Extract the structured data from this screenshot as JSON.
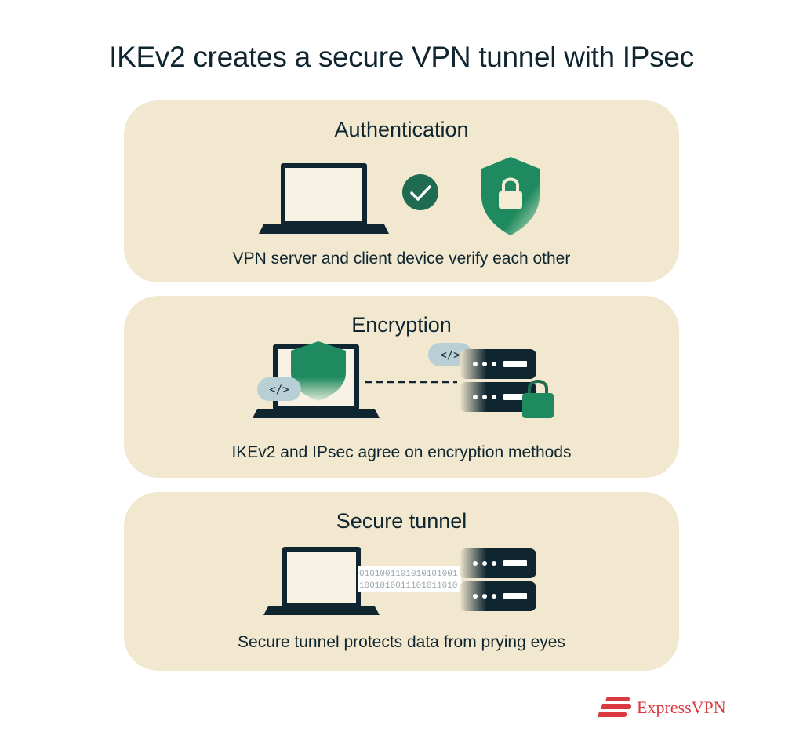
{
  "title": "IKEv2 creates a secure VPN tunnel with IPsec",
  "panels": [
    {
      "heading": "Authentication",
      "caption": "VPN server and client device verify each other",
      "icons": [
        "laptop-icon",
        "checkmark-icon",
        "shield-lock-icon"
      ]
    },
    {
      "heading": "Encryption",
      "caption": "IKEv2 and IPsec agree on encryption methods",
      "icons": [
        "laptop-icon",
        "shield-icon",
        "code-bubble-icon",
        "server-icon",
        "padlock-icon"
      ],
      "code_label": "</>"
    },
    {
      "heading": "Secure tunnel",
      "caption": "Secure tunnel protects data from prying eyes",
      "icons": [
        "laptop-icon",
        "data-stream",
        "server-icon"
      ],
      "bits": [
        "0101001101010101001",
        "1001010011101011010"
      ]
    }
  ],
  "brand": {
    "name": "ExpressVPN",
    "color": "#da3940"
  },
  "colors": {
    "panel": "#f1e8cf",
    "ink": "#0f2530",
    "green": "#1f8a5f",
    "bubble": "#b9cfd6"
  }
}
